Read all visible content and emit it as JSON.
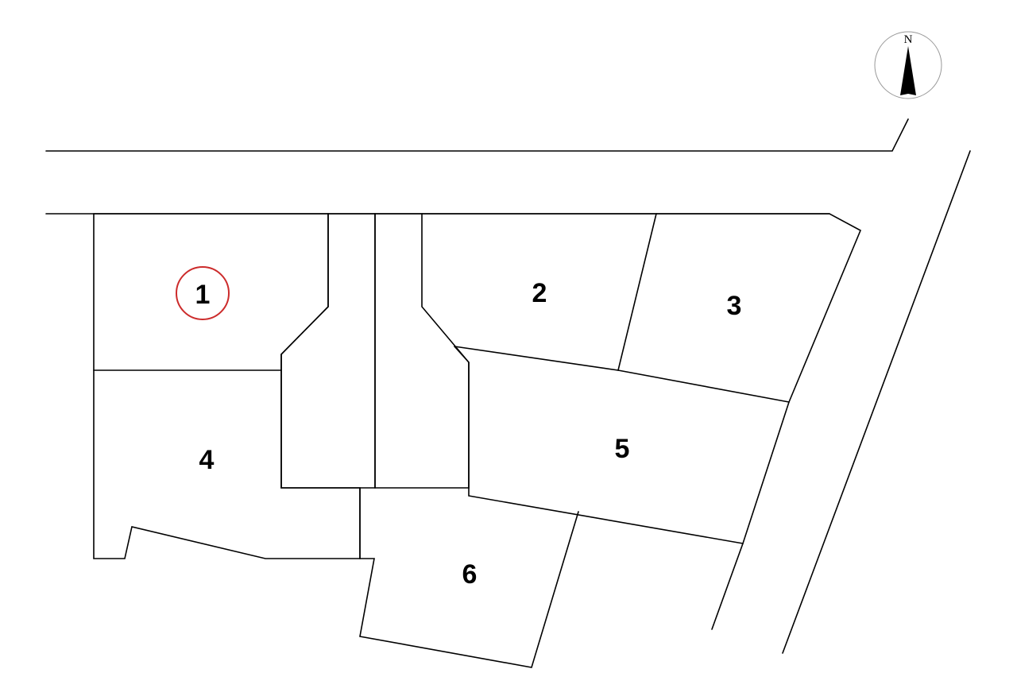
{
  "compass": {
    "label": "N",
    "icon": "north-arrow-icon"
  },
  "lots": [
    {
      "id": "lot-1",
      "label": "1",
      "selected": true
    },
    {
      "id": "lot-2",
      "label": "2",
      "selected": false
    },
    {
      "id": "lot-3",
      "label": "3",
      "selected": false
    },
    {
      "id": "lot-4",
      "label": "4",
      "selected": false
    },
    {
      "id": "lot-5",
      "label": "5",
      "selected": false
    },
    {
      "id": "lot-6",
      "label": "6",
      "selected": false
    }
  ],
  "colors": {
    "highlight": "#cc2b2b",
    "line": "#000000",
    "background": "#ffffff"
  }
}
